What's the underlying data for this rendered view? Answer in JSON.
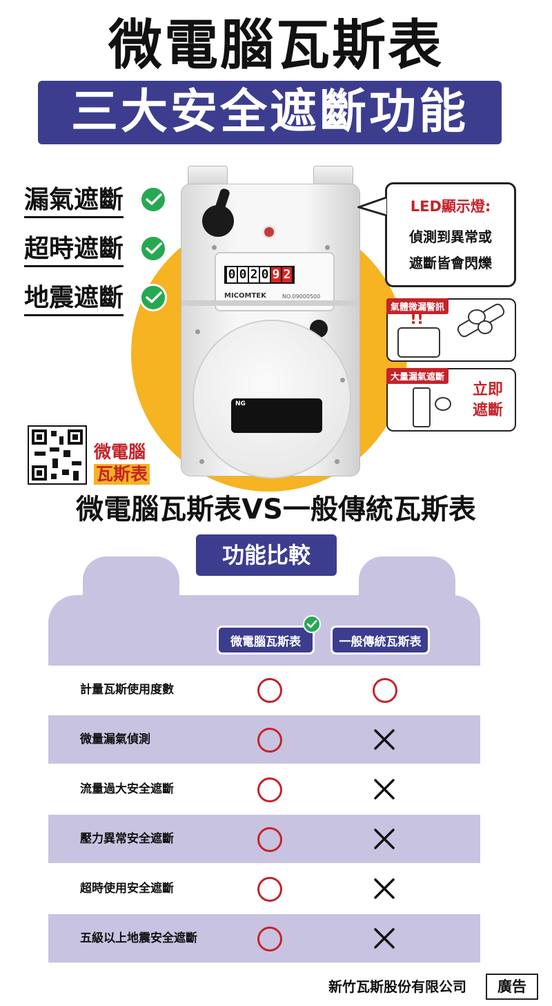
{
  "header": {
    "title": "微電腦瓦斯表",
    "subtitle": "三大安全遮斷功能"
  },
  "features": [
    {
      "label": "漏氣遮斷",
      "icon": "check-circle-icon"
    },
    {
      "label": "超時遮斷",
      "icon": "check-circle-icon"
    },
    {
      "label": "地震遮斷",
      "icon": "check-circle-icon"
    }
  ],
  "meter": {
    "digits": [
      "0",
      "0",
      "2",
      "0",
      "9",
      "2"
    ],
    "brand": "MICOMTEK",
    "serial": "NO.09000500",
    "spec_title": "NG"
  },
  "led_callout": {
    "title": "LED顯示燈:",
    "line1": "偵測到異常或",
    "line2": "遮斷皆會閃爍"
  },
  "illustrations": {
    "leak_alert_tag": "氣體微漏警訊",
    "leak_alert_mark": "!!",
    "cutoff_tag": "大量漏氣遮斷",
    "cutoff_line1": "立即",
    "cutoff_line2": "遮斷"
  },
  "qr_section": {
    "label_line1": "微電腦",
    "label_line2": "瓦斯表"
  },
  "comparison": {
    "heading": "微電腦瓦斯表VS一般傳統瓦斯表",
    "badge": "功能比較",
    "columns": [
      "微電腦瓦斯表",
      "一般傳統瓦斯表"
    ],
    "rows": [
      {
        "label": "計量瓦斯使用度數",
        "smart": "circle",
        "traditional": "circle"
      },
      {
        "label": "微量漏氣偵測",
        "smart": "circle",
        "traditional": "cross"
      },
      {
        "label": "流量過大安全遮斷",
        "smart": "circle",
        "traditional": "cross"
      },
      {
        "label": "壓力異常安全遮斷",
        "smart": "circle",
        "traditional": "cross"
      },
      {
        "label": "超時使用安全遮斷",
        "smart": "circle",
        "traditional": "cross"
      },
      {
        "label": "五級以上地震安全遮斷",
        "smart": "circle",
        "traditional": "cross"
      }
    ]
  },
  "footer": {
    "company": "新竹瓦斯股份有限公司",
    "ad_label": "廣告"
  },
  "colors": {
    "navy": "#3d3d8f",
    "yellow": "#f6b322",
    "red": "#c5232a",
    "green": "#26a853",
    "lavender": "#c8c3e1"
  }
}
